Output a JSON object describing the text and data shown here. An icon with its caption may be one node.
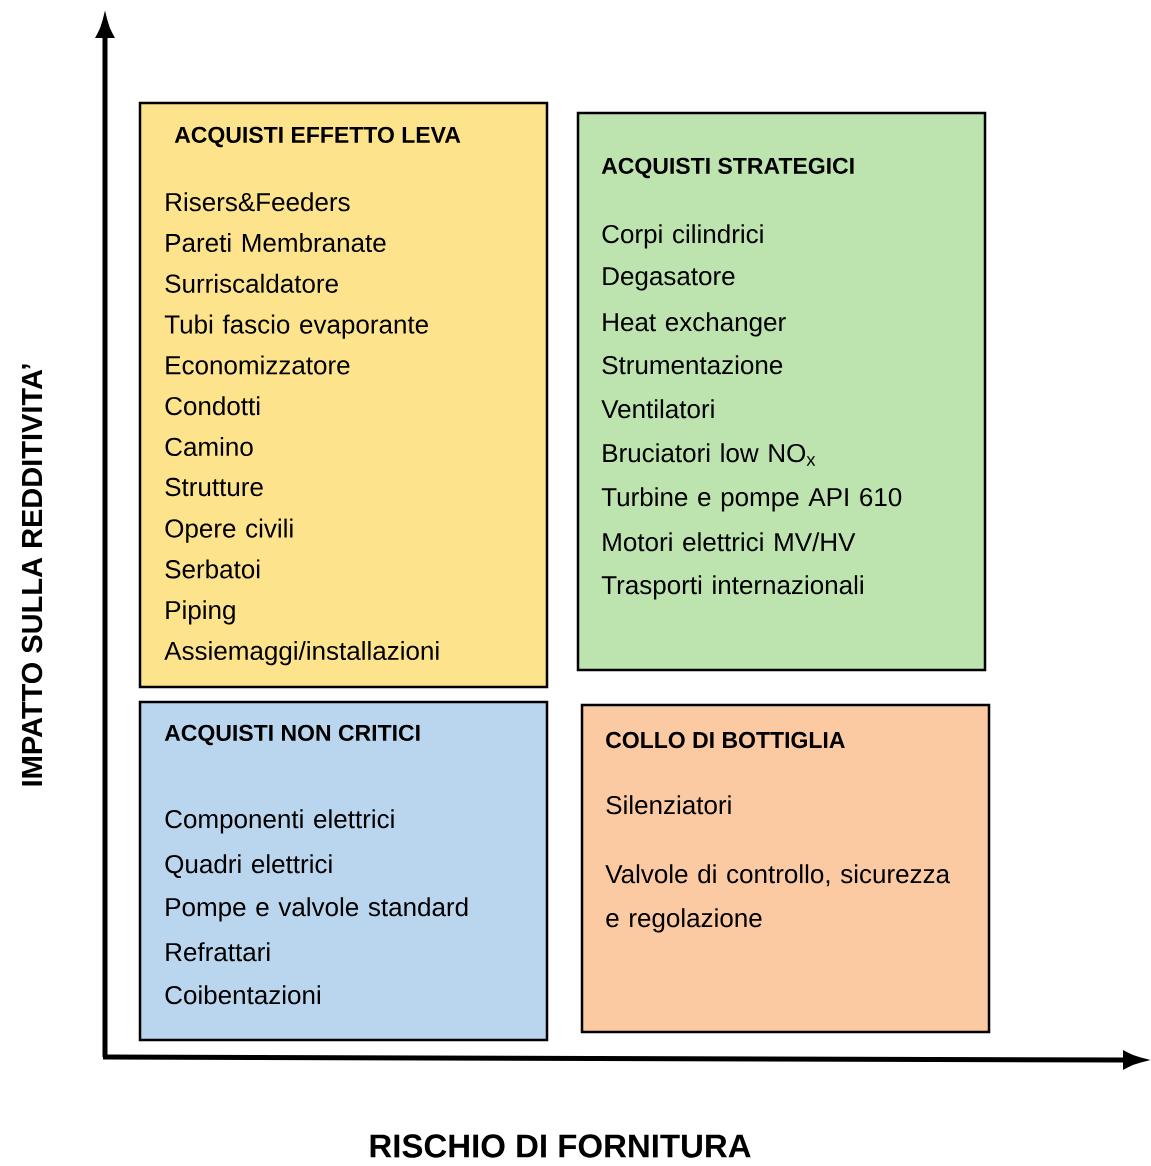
{
  "diagram": {
    "nodes": [
      {
        "text": [
          "ACQUISTI EFFETTO LEVA",
          "Risers&Feeders",
          "Pareti Membranate",
          "Surriscaldatore",
          "Tubi fascio evaporante",
          "Economizzatore",
          "Condotti",
          "Camino",
          "Strutture",
          "Opere civili",
          "Serbatoi",
          "Piping",
          "Assiemaggi/installazioni"
        ]
      },
      {
        "text": [
          "ACQUISTI STRATEGICI",
          "Corpi cilindrici",
          "Degasatore",
          "Heat exchanger",
          "Strumentazione",
          "Ventilatori",
          "Bruciatori low NO$_{x}$",
          "Turbine e pompe API 610",
          "Motori elettrici MV/HV",
          "Trasporti internazionali"
        ]
      },
      {
        "text": [
          "ACQUISTI NON CRITICI",
          "Componenti elettrici",
          "Quadri elettrici",
          "Pompe e valvole standard",
          "Refrattari",
          "Coibentazioni"
        ]
      },
      {
        "text": [
          "COLLO DI BOTTIGLIA",
          "Silenziatori",
          "Valvole di controllo, sicurezza e regolazione"
        ]
      }
    ],
    "labels": [
      "IMPATTO SULLA REDDITIVITA’",
      "RISCHIO DI FORNITURA"
    ]
  }
}
